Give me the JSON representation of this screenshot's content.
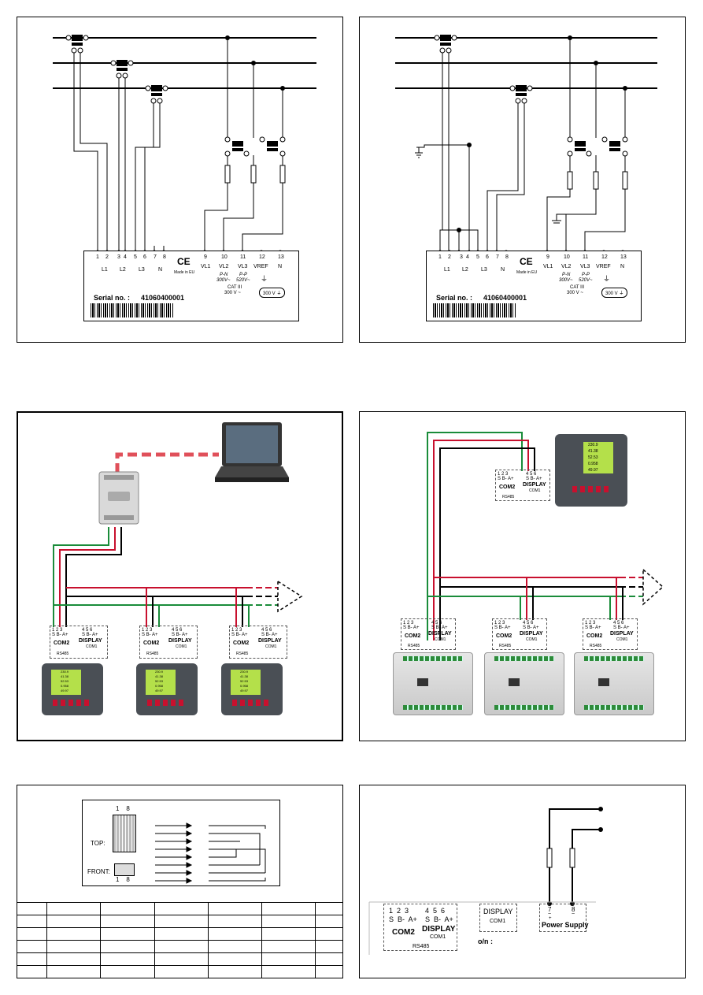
{
  "wiring1": {
    "terminals": [
      "1",
      "2",
      "3",
      "4",
      "5",
      "6",
      "7",
      "8",
      "9",
      "10",
      "11",
      "12",
      "13"
    ],
    "phase_labels": [
      "L1",
      "L2",
      "L3",
      "N"
    ],
    "labels": {
      "vl1": "VL1",
      "vl2": "VL2",
      "vl3": "VL3",
      "vref": "VREF",
      "n": "N",
      "pn": "P-N",
      "pn_val": "300V~",
      "pp": "P-P",
      "pp_val": "520V~",
      "cat": "CAT III",
      "cat_val": "300 V ~",
      "made": "Made in EU",
      "serial_label": "Serial no. :",
      "serial_no": "41060400001",
      "badge": "300 V"
    }
  },
  "rs485": {
    "block": {
      "com2_nums": "1  2  3",
      "com2_pins": "S  B-  A+",
      "com1_nums": "4  5  6",
      "com1_pins": "S  B-  A+",
      "com2": "COM2",
      "display": "DISPLAY",
      "com1": "COM1",
      "rs485": "RS485"
    },
    "screen_lines": [
      "230.9",
      "41.38",
      "52.53",
      "0.958",
      "49.97"
    ],
    "colors": {
      "red": "#c8102e",
      "green": "#1a8c3a",
      "black": "#000000",
      "dash": "#e0505a"
    }
  },
  "connector": {
    "pin_top": "1    8",
    "pin_bottom": "1    8",
    "top_label": "TOP:",
    "front_label": "FRONT:"
  },
  "power": {
    "supply": "Power Supply",
    "t7": "7",
    "t8": "8",
    "plus": "+",
    "tilde": "~",
    "on_label": "o/n :"
  }
}
